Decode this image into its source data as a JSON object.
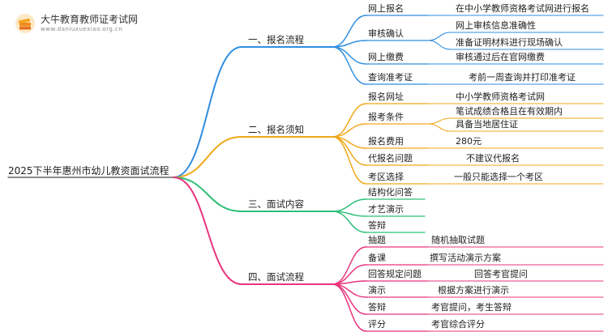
{
  "brand": {
    "name": "大牛教育教师证考试网",
    "url": "www.daniuxuexiao.org.cn",
    "icon": "book-stack-icon"
  },
  "root": "2025下半年惠州市幼儿教资面试流程",
  "branches": [
    {
      "label": "一、报名流程",
      "color": "#2f8ee0",
      "children": [
        {
          "label": "网上报名",
          "details": [
            "在中小学教师资格考试网进行报名"
          ]
        },
        {
          "label": "审核确认",
          "details": [
            "网上审核信息准确性",
            "准备证明材料进行现场确认"
          ]
        },
        {
          "label": "网上缴费",
          "details": [
            "审核通过后在官网缴费"
          ]
        },
        {
          "label": "查询准考证",
          "details": [
            "考前一周查询并打印准考证"
          ]
        }
      ]
    },
    {
      "label": "二、报名须知",
      "color": "#f0a81a",
      "children": [
        {
          "label": "报名网址",
          "details": [
            "中小学教师资格考试网"
          ]
        },
        {
          "label": "报考条件",
          "details": [
            "笔试成绩合格且在有效期内",
            "具备当地居住证"
          ]
        },
        {
          "label": "报名费用",
          "details": [
            "280元"
          ]
        },
        {
          "label": "代报名问题",
          "details": [
            "不建议代报名"
          ]
        },
        {
          "label": "考区选择",
          "details": [
            "一般只能选择一个考区"
          ]
        }
      ]
    },
    {
      "label": "三、面试内容",
      "color": "#2cbf78",
      "children": [
        {
          "label": "结构化问答",
          "details": []
        },
        {
          "label": "才艺演示",
          "details": []
        },
        {
          "label": "答辩",
          "details": []
        }
      ]
    },
    {
      "label": "四、面试流程",
      "color": "#e8347d",
      "children": [
        {
          "label": "抽题",
          "details": [
            "随机抽取试题"
          ]
        },
        {
          "label": "备课",
          "details": [
            "撰写活动演示方案"
          ]
        },
        {
          "label": "回答规定问题",
          "details": [
            "回答考官提问"
          ]
        },
        {
          "label": "演示",
          "details": [
            "根据方案进行演示"
          ]
        },
        {
          "label": "答辩",
          "details": [
            "考官提问，考生答辩"
          ]
        },
        {
          "label": "评分",
          "details": [
            "考官综合评分"
          ]
        }
      ]
    }
  ]
}
